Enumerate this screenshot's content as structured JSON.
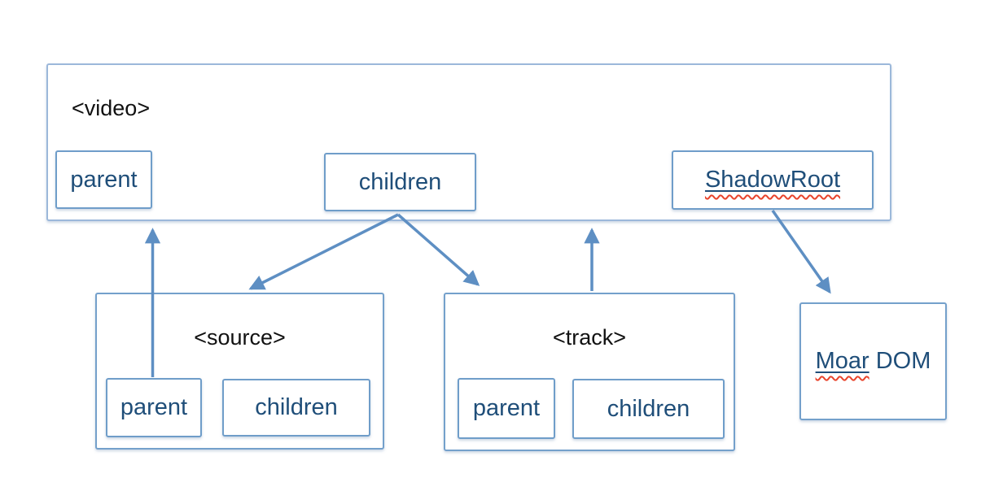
{
  "diagram": {
    "video": {
      "tag": "<video>",
      "parent_label": "parent",
      "children_label": "children",
      "shadowroot_label": "ShadowRoot"
    },
    "source": {
      "tag": "<source>",
      "parent_label": "parent",
      "children_label": "children"
    },
    "track": {
      "tag": "<track>",
      "parent_label": "parent",
      "children_label": "children"
    },
    "moar": {
      "word_misspelled": "Moar",
      "word_rest": " DOM"
    },
    "connections": [
      {
        "from": "source.parent",
        "to": "video",
        "direction": "up"
      },
      {
        "from": "video.children",
        "to": "source",
        "direction": "down"
      },
      {
        "from": "video.children",
        "to": "track",
        "direction": "down"
      },
      {
        "from": "track",
        "to": "video",
        "direction": "up"
      },
      {
        "from": "video.shadowroot",
        "to": "moar-dom",
        "direction": "down"
      }
    ]
  },
  "colors": {
    "inner_box_border": "#6f9dc9",
    "video_box_border": "#9cb8da",
    "group_box_border": "#74a0cb",
    "arrow": "#5e8fc3",
    "label_text": "#1f4e79",
    "tag_text": "#111111",
    "spellcheck_squiggle": "#e8442c"
  }
}
